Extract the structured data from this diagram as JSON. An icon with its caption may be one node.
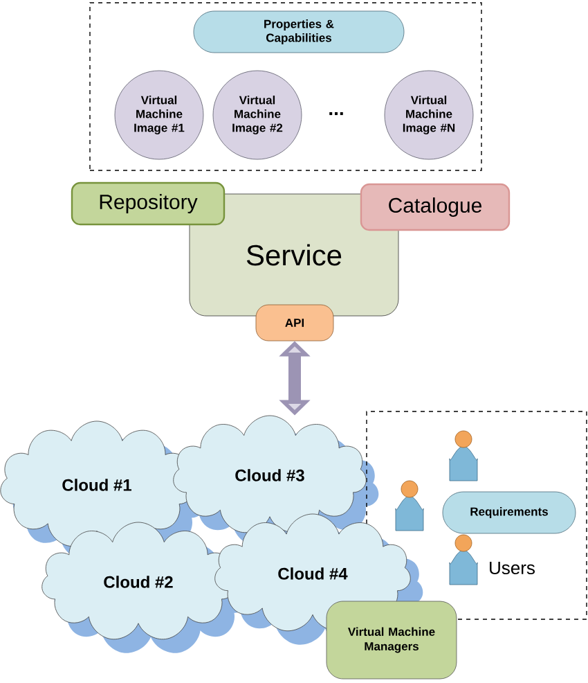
{
  "diagram": {
    "nodes": [
      {
        "text": [],
        "shape": "box"
      },
      {
        "text": [
          "Properties & Capabilities"
        ],
        "in": 0
      },
      {
        "text": [
          "Virtual Machine Image #1"
        ],
        "in": 0
      },
      {
        "text": [
          "Virtual Machine Image #2"
        ],
        "in": 0
      },
      {
        "text": [
          "Virtual Machine Image #N"
        ],
        "in": 0
      },
      {
        "text": [
          "Repository"
        ]
      },
      {
        "text": [
          "Service"
        ]
      },
      {
        "text": [
          "Catalogue"
        ]
      },
      {
        "text": [
          "API"
        ]
      },
      {
        "text": [
          "Cloud #1"
        ]
      },
      {
        "text": [
          "Cloud #3"
        ]
      },
      {
        "text": [
          "Cloud #2"
        ]
      },
      {
        "text": [
          "Cloud #4"
        ]
      },
      {
        "text": [],
        "shape": "box"
      },
      {
        "text": [],
        "shape": "person",
        "in": 13
      },
      {
        "text": [],
        "shape": "person",
        "in": 13
      },
      {
        "text": [],
        "shape": "person",
        "in": 13
      },
      {
        "text": [
          "Requirements"
        ],
        "in": 13
      },
      {
        "text": [
          "Virtual Machine Managers"
        ]
      }
    ],
    "edges": [
      {
        "from": 8,
        "to": 10,
        "arrow": "both"
      }
    ],
    "labels": [
      "...",
      "Users"
    ]
  }
}
